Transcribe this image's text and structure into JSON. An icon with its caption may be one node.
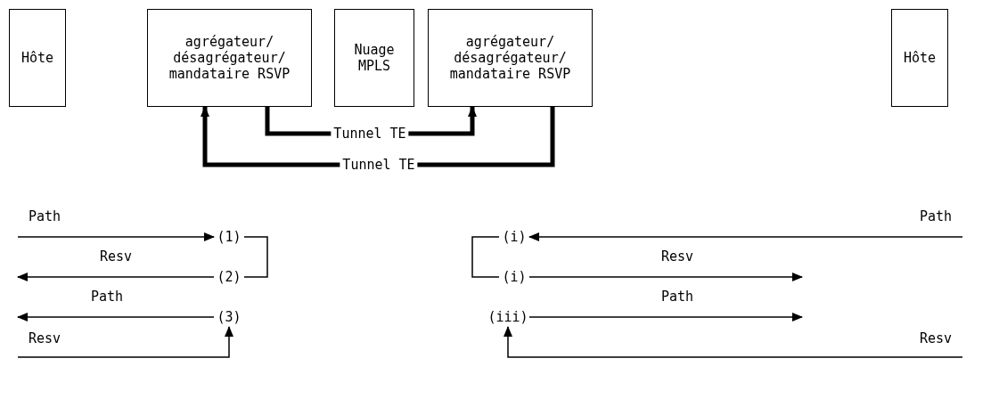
{
  "diagram": {
    "nodes": [
      {
        "text": [
          "Hôte"
        ]
      },
      {
        "text": [
          "agrégateur/ désagrégateur/ mandataire RSVP"
        ]
      },
      {
        "text": [
          "Nuage MPLS"
        ]
      },
      {
        "text": [
          "agrégateur/ désagrégateur/ mandataire RSVP"
        ]
      },
      {
        "text": [
          "Hôte"
        ]
      },
      {
        "text": [
          "(1)"
        ]
      },
      {
        "text": [
          "(2)"
        ]
      },
      {
        "text": [
          "(3)"
        ]
      },
      {
        "text": [
          "(i)"
        ]
      },
      {
        "text": [
          "(i)"
        ]
      },
      {
        "text": [
          "(iii)"
        ]
      }
    ],
    "edges": [
      {
        "from": 1,
        "to": 3,
        "arrow": "to",
        "label": "Tunnel TE",
        "style": "thick"
      },
      {
        "from": 3,
        "to": 1,
        "arrow": "to",
        "label": "Tunnel TE",
        "style": "thick"
      },
      {
        "from": null,
        "to": 5,
        "arrow": "to",
        "label": "Path"
      },
      {
        "from": 5,
        "to": 6,
        "arrow": "none"
      },
      {
        "from": 6,
        "to": null,
        "arrow": "to",
        "label": "Resv"
      },
      {
        "from": 7,
        "to": null,
        "arrow": "to",
        "label": "Path"
      },
      {
        "from": null,
        "to": 7,
        "arrow": "to",
        "label": "Resv"
      },
      {
        "from": null,
        "to": 8,
        "arrow": "to",
        "label": "Path"
      },
      {
        "from": 8,
        "to": 9,
        "arrow": "none"
      },
      {
        "from": 9,
        "to": null,
        "arrow": "to",
        "label": "Resv"
      },
      {
        "from": 10,
        "to": null,
        "arrow": "to",
        "label": "Path"
      },
      {
        "from": null,
        "to": 10,
        "arrow": "to",
        "label": "Resv"
      }
    ]
  }
}
